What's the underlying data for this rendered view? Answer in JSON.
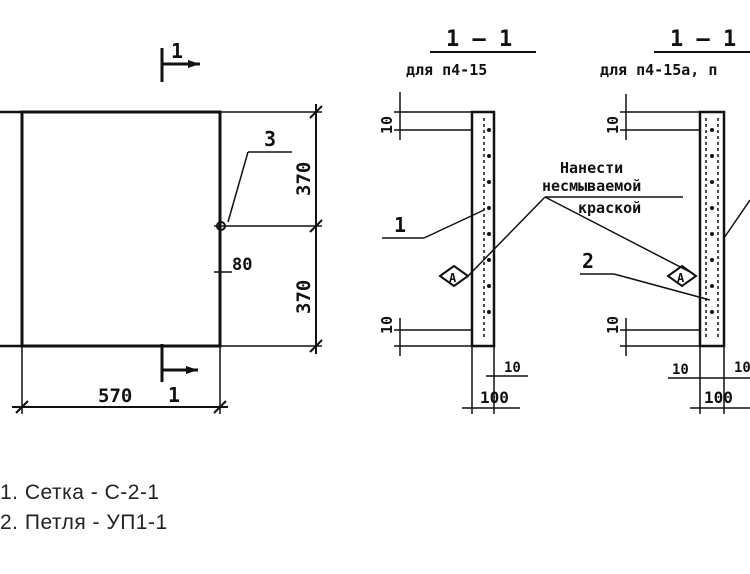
{
  "plan": {
    "section_mark": "1",
    "leader_label": "3",
    "dim_top": "370",
    "dim_gap": "80",
    "dim_bottom": "370",
    "dim_width": "570"
  },
  "section_a": {
    "title": "1 — 1",
    "subtitle": "для  п4-15",
    "dim_top": "10",
    "dim_bottom": "10",
    "dim_edge": "10",
    "dim_width": "100",
    "label_1": "1",
    "mark": "А"
  },
  "section_b": {
    "title": "1 — 1",
    "subtitle": "для п4-15а, п",
    "dim_top": "10",
    "dim_bottom": "10",
    "dim_left": "10",
    "dim_right": "10",
    "dim_width": "100",
    "label_2": "2",
    "mark": "А"
  },
  "note": {
    "line1": "Нанести",
    "line2": "несмываемой",
    "line3": "краской"
  },
  "legend": {
    "item1": "1. Сетка - С-2-1",
    "item2": "2. Петля - УП1-1"
  }
}
